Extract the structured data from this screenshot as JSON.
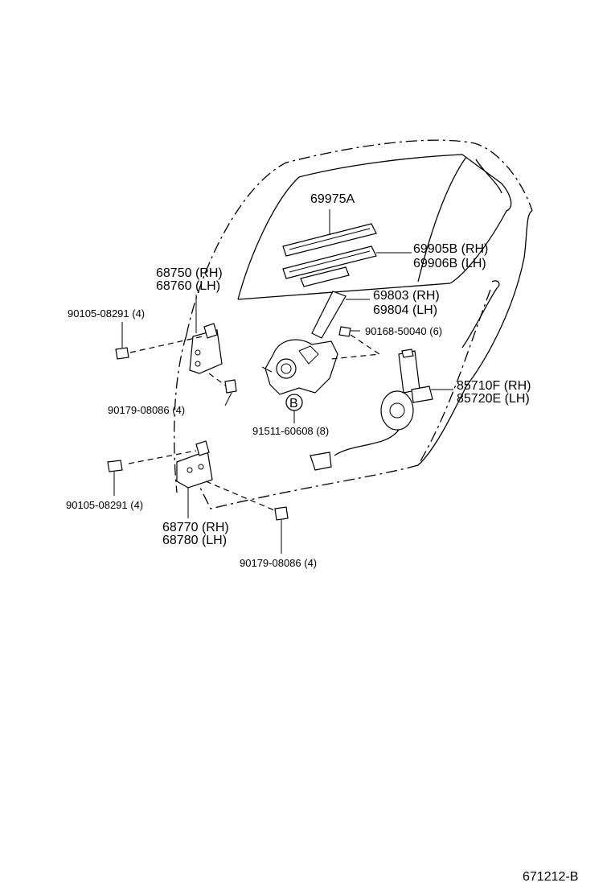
{
  "diagram_code": "671212-B",
  "parts": {
    "channel_top": {
      "number": "69975A"
    },
    "channel_mid": {
      "line1": "69905B (RH)",
      "line2": "69906B (LH)"
    },
    "regulator": {
      "line1": "69803 (RH)",
      "line2": "69804 (LH)"
    },
    "bolt_regulator": {
      "label": "90168-50040 (6)"
    },
    "motor": {
      "line1": "85710F (RH)",
      "line2": "85720E (LH)"
    },
    "grommet": {
      "label": "91511-60608 (8)",
      "marker": "B"
    },
    "hinge_upper": {
      "line1": "68750 (RH)",
      "line2": "68760 (LH)"
    },
    "bolt_upper_hinge": {
      "label": "90105-08291 (4)"
    },
    "nut_upper": {
      "label": "90179-08086 (4)"
    },
    "bolt_lower_hinge": {
      "label": "90105-08291 (4)"
    },
    "hinge_lower": {
      "line1": "68770 (RH)",
      "line2": "68780 (LH)"
    },
    "nut_lower": {
      "label": "90179-08086 (4)"
    }
  }
}
